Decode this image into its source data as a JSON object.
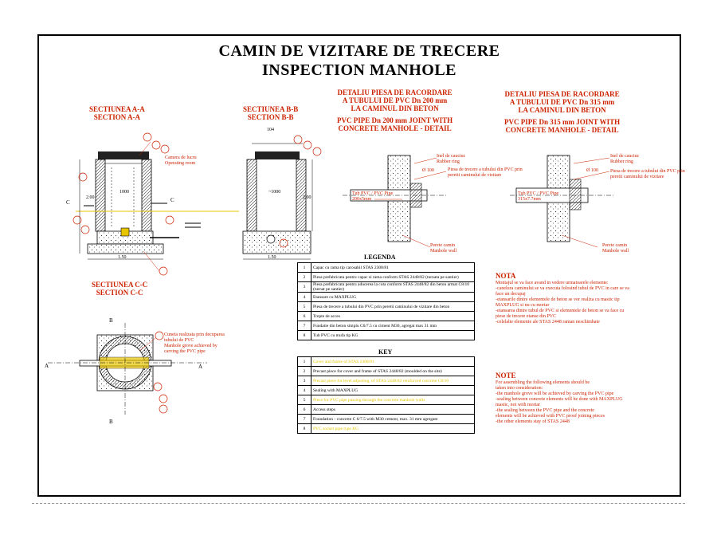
{
  "title": {
    "ro": "CAMIN DE VIZITARE DE TRECERE",
    "en": "INSPECTION MANHOLE"
  },
  "sections": {
    "aa": {
      "ro": "SECTIUNEA A-A",
      "en": "SECTION A-A"
    },
    "bb": {
      "ro": "SECTIUNEA B-B",
      "en": "SECTION B-B"
    },
    "cc": {
      "ro": "SECTIUNEA C-C",
      "en": "SECTION C-C"
    }
  },
  "details": {
    "d200": {
      "ro1": "DETALIU PIESA DE RACORDARE",
      "ro2": "A TUBULUI DE PVC Dn 200 mm",
      "ro3": "LA CAMINUL DIN BETON",
      "en1": "PVC PIPE Dn 200 mm JOINT WITH",
      "en2": "CONCRETE MANHOLE - DETAIL"
    },
    "d315": {
      "ro1": "DETALIU PIESA DE RACORDARE",
      "ro2": "A TUBULUI DE PVC Dn 315 mm",
      "ro3": "LA CAMINUL DIN BETON",
      "en1": "PVC PIPE Dn 315 mm JOINT WITH",
      "en2": "CONCRETE MANHOLE - DETAIL"
    }
  },
  "legend": {
    "title": "LEGENDA",
    "rows": [
      {
        "n": "1",
        "t": "Capac cu rama tip carosabil STAS 2308/81"
      },
      {
        "n": "2",
        "t": "Piesa prefabricata pentru capac si rama conform STAS 2448/82 (turnata pe santier)"
      },
      {
        "n": "3",
        "t": "Piesa prefabricata pentru aducerea la cota conform STAS 2448/82 din beton armat C8/10 (turnat pe santier)"
      },
      {
        "n": "4",
        "t": "Etansare cu MAXPLUG"
      },
      {
        "n": "5",
        "t": "Piesa de trecere a tubului din PVC prin peretii caminului de vizitare din beton"
      },
      {
        "n": "6",
        "t": "Trepte de acces"
      },
      {
        "n": "7",
        "t": "Fundatie din beton simplu C6/7.5 cu ciment M30, agregat max 31 mm"
      },
      {
        "n": "8",
        "t": "Tub PVC cu mufa tip KG"
      }
    ]
  },
  "key": {
    "title": "KEY",
    "rows": [
      {
        "n": "1",
        "t": "Cover and frame of STAS 2308/81"
      },
      {
        "n": "2",
        "t": "Precast piece for cover and frame of STAS 2448/82 (moulded on the site)"
      },
      {
        "n": "3",
        "t": "Precast piece for level adjusting, of STAS 2448/82 reinforced concrete C8/10"
      },
      {
        "n": "4",
        "t": "Sealing with MAXPLUG"
      },
      {
        "n": "5",
        "t": "Piece for PVC pipe passing through the concrete manhole walls"
      },
      {
        "n": "6",
        "t": "Access steps"
      },
      {
        "n": "7",
        "t": "Foundation - concrete C 6/7.5 with M30 cement, max. 31 mm agregate"
      },
      {
        "n": "8",
        "t": "PVC socket pipe type KG"
      }
    ]
  },
  "nota": {
    "title": "NOTA",
    "lines": [
      "Montajul se va face avand in vedere urmatoarele elemente:",
      "-canelura caminului se va executa folosind tubul de PVC in care se va",
      "face un decupaj",
      "-etansarile dintre elementele de beton se vor realiza cu mastic tip",
      "MAXPLUG si nu cu mortar",
      "-etansarea dintre tubul de PVC si elementele de beton se va face cu",
      "piese de trecere etanse din PVC",
      "-celelalte elemente ale STAS 2448 raman neschimbate"
    ]
  },
  "note_en": {
    "title": "NOTE",
    "lines": [
      "For assembling the following elements should be",
      "taken into consideration:",
      "-the manhole grove will be achieved by carving the PVC pipe",
      "-sealing between concrete elements will be done with MAXPLUG",
      "mastic, not with mortar",
      "-the sealing between the PVC pipe and the concrete",
      "elements will be achieved with PVC proof joining pieces",
      "-the other elements stay of STAS 2448"
    ]
  },
  "annotations": {
    "camera_ro": "Camera de lucru",
    "camera_en": "Operating room",
    "rubber_ro": "Inel de cauciuc",
    "rubber_en": "Rubber ring",
    "trecere_ro": "Piesa de trecere a tubului din PVC prin",
    "trecere_ro2": "peretii caminului de vizitare",
    "pipe200": "Tub PVC / PVC Pipe",
    "pipe200b": "200x5mm",
    "pipe315": "Tub PVC / PVC Pipe",
    "pipe315b": "315x7.7mm",
    "wall_ro": "Perete camin",
    "wall_en": "Manhole wall",
    "grove_ro": "Cuneta realizata prin decuparea",
    "grove_ro2": "tubului de PVC",
    "grove_en": "Manhole grove achieved by",
    "grove_en2": "carving the PVC pipe",
    "d100": "Ø 100",
    "dim1000": "1000",
    "dim200": "2.00",
    "dim150": "1.50",
    "dim104": "104",
    "dimh": "~1000"
  },
  "markers": {
    "a": "A",
    "b": "B",
    "c": "C"
  },
  "colors": {
    "ink": "#000000",
    "red": "#cc2200",
    "yellow": "#e8c400",
    "hatch": "#444444"
  }
}
